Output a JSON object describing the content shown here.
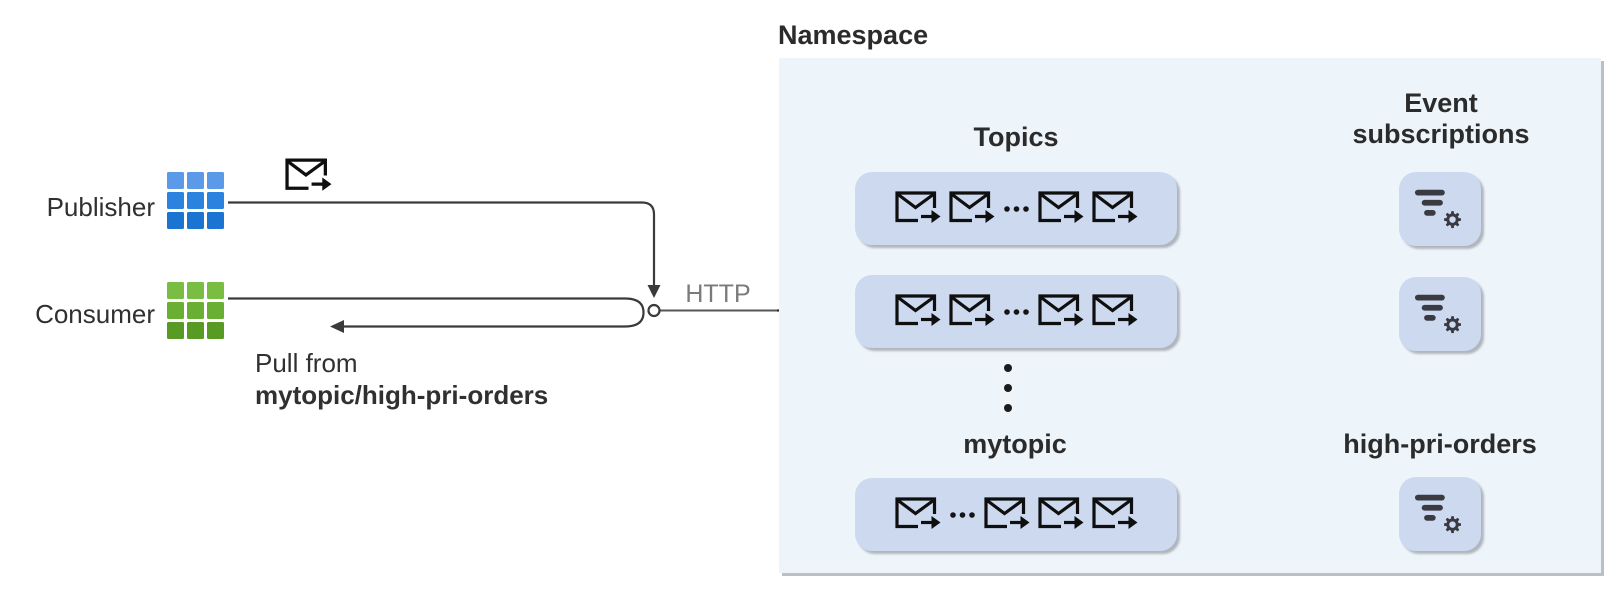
{
  "left_panel": {
    "publisher_label": "Publisher",
    "consumer_label": "Consumer",
    "pull_caption_line1": "Pull from",
    "pull_caption_line2": "mytopic/high-pri-orders",
    "publisher_icon_colors": [
      "#5a9ae8",
      "#2c82df",
      "#1b74d2"
    ],
    "consumer_icon_colors": [
      "#79bd43",
      "#69af33",
      "#579a24"
    ]
  },
  "connection": {
    "protocol_label": "HTTP",
    "line_color": "#3a3a3a"
  },
  "namespace": {
    "title": "Namespace",
    "topics_heading": "Topics",
    "subscriptions_heading": "Event subscriptions",
    "bottom_topic_label": "mytopic",
    "bottom_subscription_label": "high-pri-orders",
    "panel_color": "#eef5fa",
    "box_color": "#ccd9ef",
    "topic_rows": [
      {
        "pattern": [
          "env",
          "env",
          "dots",
          "env",
          "env"
        ]
      },
      {
        "pattern": [
          "env",
          "env",
          "dots",
          "env",
          "env"
        ]
      },
      {
        "pattern": [
          "env",
          "dots",
          "env",
          "env",
          "env"
        ]
      }
    ],
    "subscription_rows": 3
  }
}
